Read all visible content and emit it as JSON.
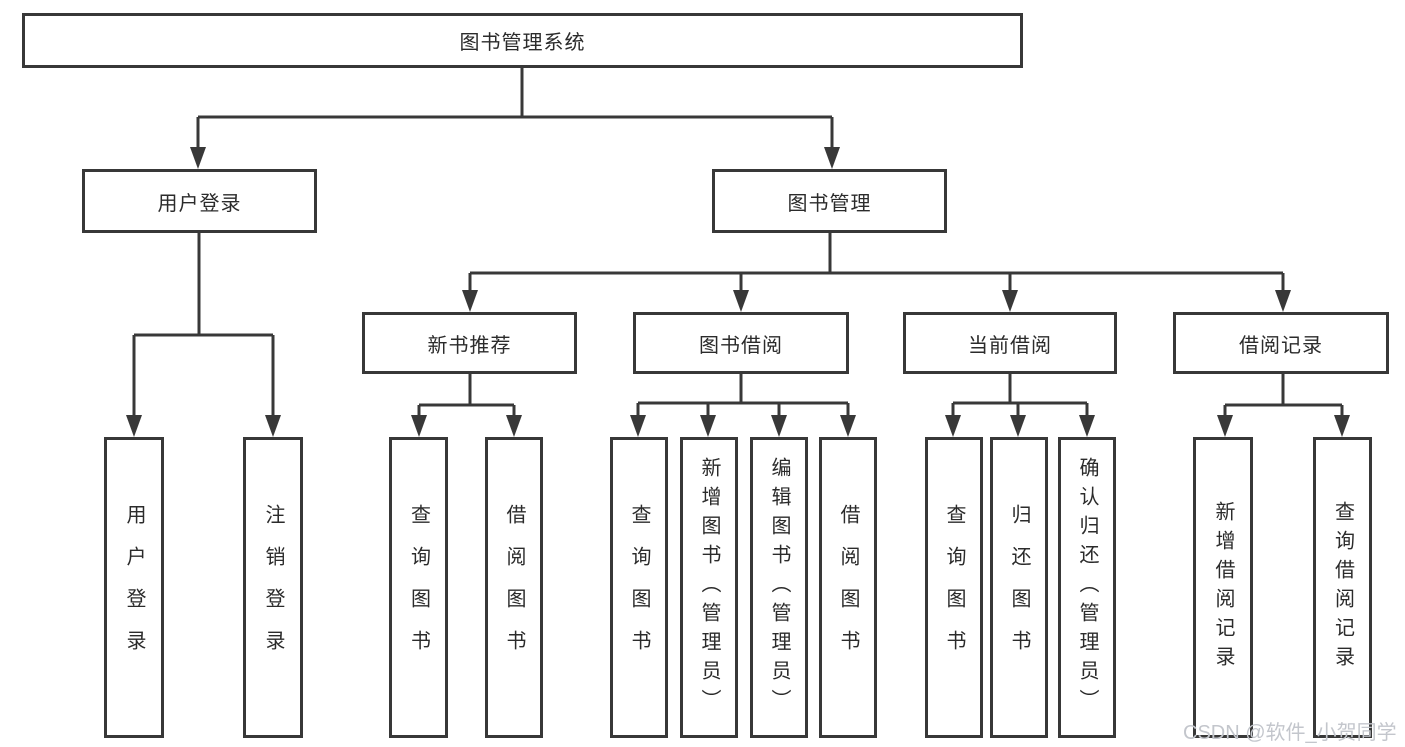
{
  "tree": {
    "root": "图书管理系统",
    "children": [
      {
        "label": "用户登录",
        "children": [
          "用户登录",
          "注销登录"
        ]
      },
      {
        "label": "图书管理",
        "children": [
          {
            "label": "新书推荐",
            "children": [
              "查询图书",
              "借阅图书"
            ]
          },
          {
            "label": "图书借阅",
            "children": [
              "查询图书",
              "新增图书（管理员）",
              "编辑图书（管理员）",
              "借阅图书"
            ]
          },
          {
            "label": "当前借阅",
            "children": [
              "查询图书",
              "归还图书",
              "确认归还（管理员）"
            ]
          },
          {
            "label": "借阅记录",
            "children": [
              "新增借阅记录",
              "查询借阅记录"
            ]
          }
        ]
      }
    ]
  },
  "watermark": {
    "text": "CSDN @软件_小贺同学"
  },
  "colors": {
    "line": "#383838",
    "text": "#2b2b2b",
    "watermark": "#c3c6cc",
    "background": "#ffffff"
  }
}
